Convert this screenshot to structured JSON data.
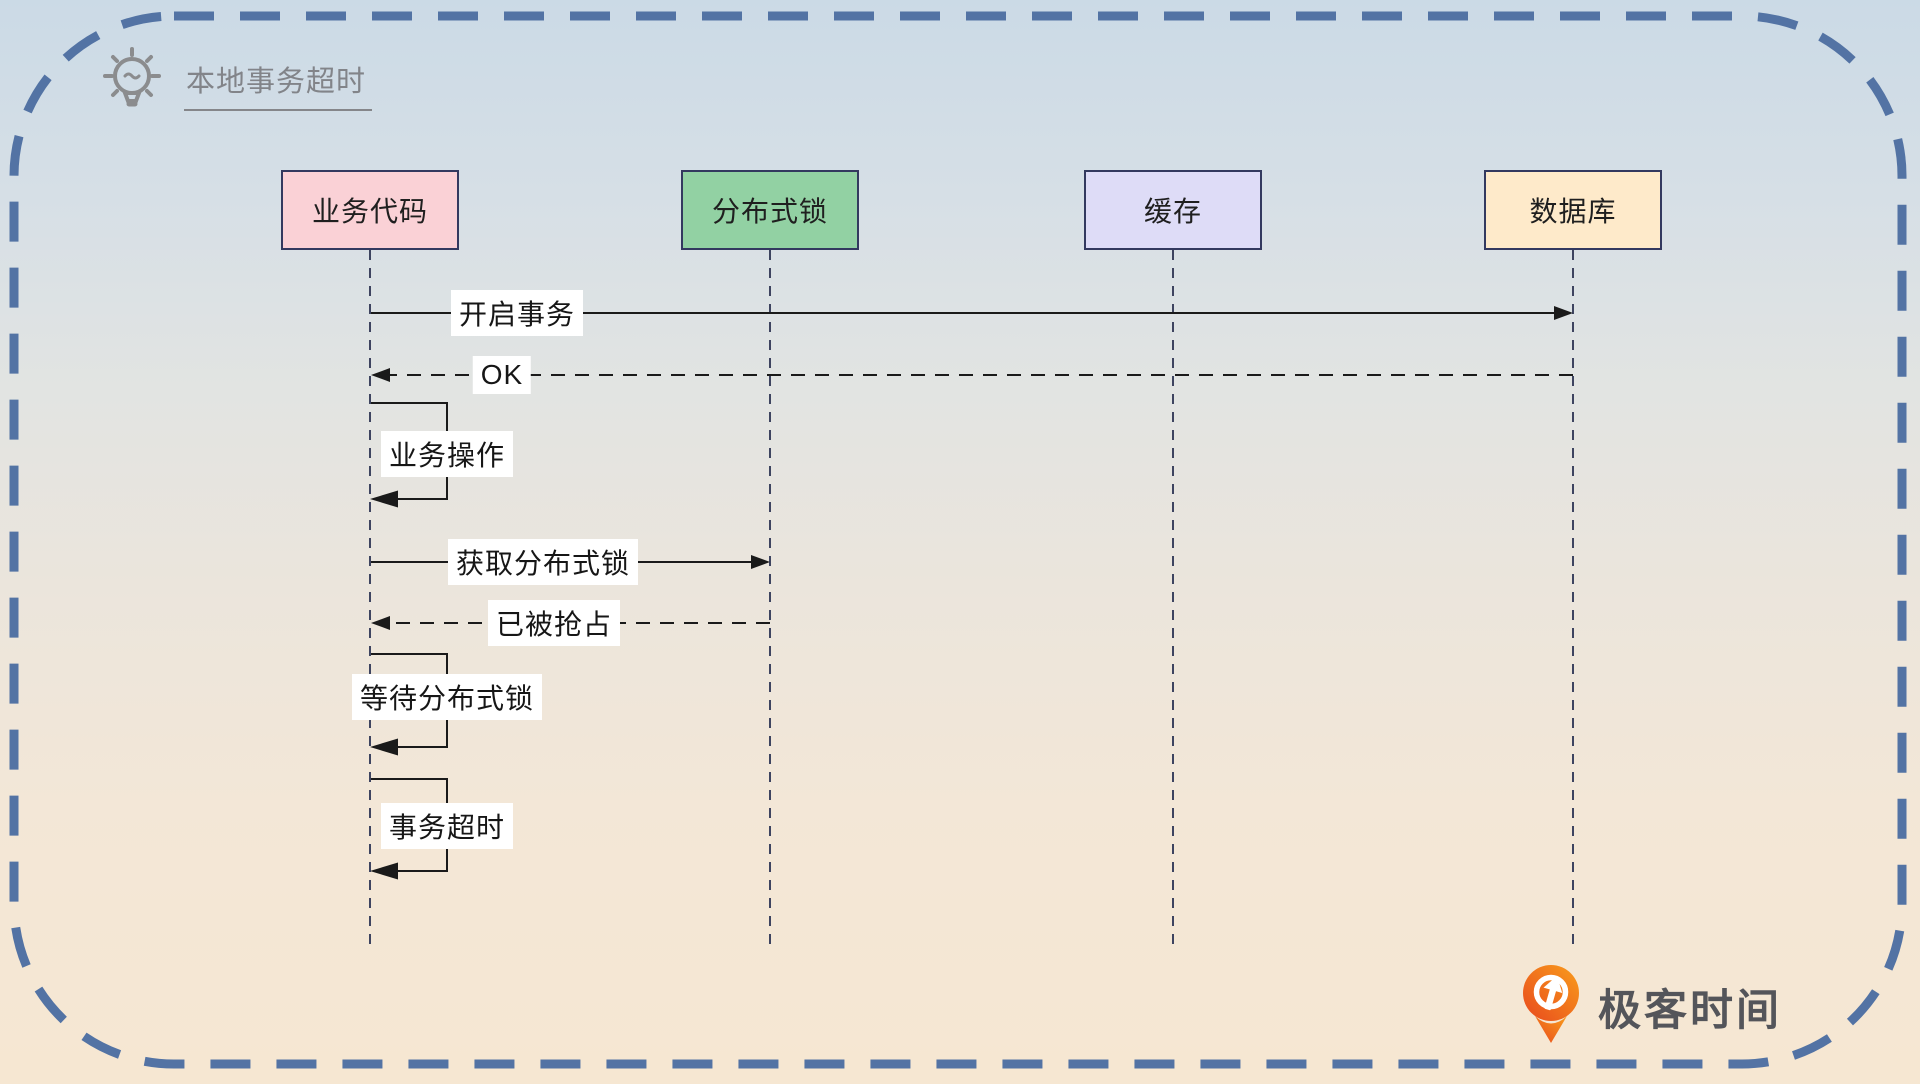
{
  "title": {
    "text": "本地事务超时"
  },
  "participants": [
    {
      "label": "业务代码",
      "fill": "#fad1d6"
    },
    {
      "label": "分布式锁",
      "fill": "#92d1a3"
    },
    {
      "label": "缓存",
      "fill": "#dedcf7"
    },
    {
      "label": "数据库",
      "fill": "#feeaca"
    }
  ],
  "messages": [
    {
      "label": "开启事务",
      "from": "业务代码",
      "to": "数据库",
      "line": "solid"
    },
    {
      "label": "OK",
      "from": "数据库",
      "to": "业务代码",
      "line": "dashed"
    },
    {
      "label": "业务操作",
      "from": "业务代码",
      "to": "业务代码",
      "line": "self"
    },
    {
      "label": "获取分布式锁",
      "from": "业务代码",
      "to": "分布式锁",
      "line": "solid"
    },
    {
      "label": "已被抢占",
      "from": "分布式锁",
      "to": "业务代码",
      "line": "dashed"
    },
    {
      "label": "等待分布式锁",
      "from": "业务代码",
      "to": "业务代码",
      "line": "self"
    },
    {
      "label": "事务超时",
      "from": "业务代码",
      "to": "业务代码",
      "line": "self"
    }
  ],
  "brand": {
    "text": "极客时间",
    "mark_color": "#f26c21"
  },
  "colors": {
    "outer_border_dash": "#5373a4",
    "box_border": "#33395f",
    "lifeline": "#3e4460",
    "message_line": "#1a1a1a",
    "title_text": "#828489",
    "bulb_icon": "#8b8c8e",
    "label_bg": "#ffffff",
    "bg_top": "#cbdae6",
    "bg_bottom": "#f6e7d2"
  }
}
